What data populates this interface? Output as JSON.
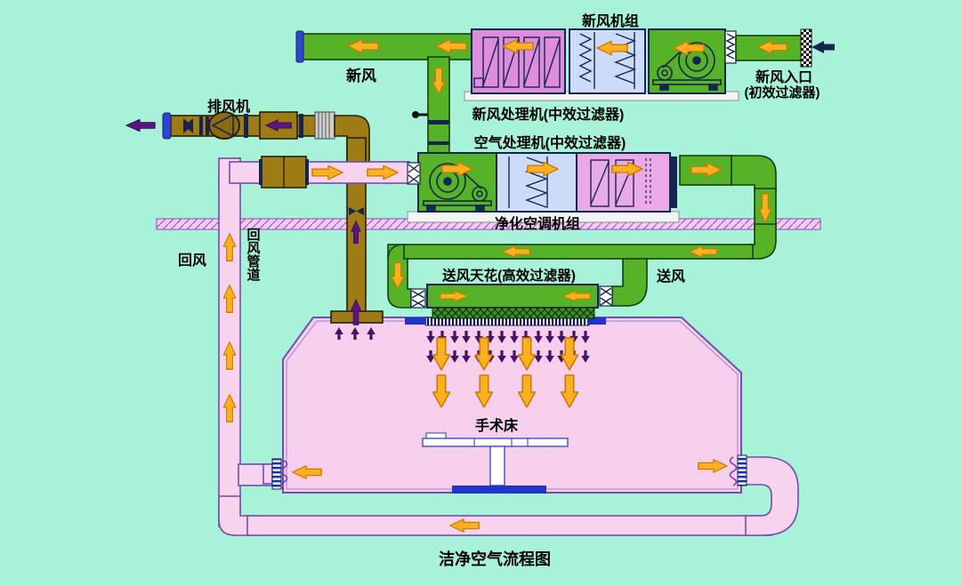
{
  "title": "洁净空气流程图",
  "labels": {
    "fresh_air_unit": "新风机组",
    "fresh_air": "新风",
    "fresh_air_inlet": "新风入口",
    "fresh_air_inlet_sub": "(初效过滤器)",
    "fresh_air_handler": "新风处理机(中效过滤器)",
    "air_handler": "空气处理机(中效过滤器)",
    "purification_ac_unit": "净化空调机组",
    "exhaust_fan": "排风机",
    "return_air": "回风",
    "return_air_duct": "回风管道",
    "supply_ceiling": "送风天花(高效过滤器)",
    "supply_air": "送风",
    "operating_table": "手术床"
  },
  "colors": {
    "background": "#a9f2da",
    "duct_green": "#56b226",
    "duct_brown": "#9d7c15",
    "duct_pink": "#f8d3ee",
    "room_pink": "#f6cfec",
    "box_magenta": "#de8cde",
    "box_light_blue": "#ccdcf8",
    "box_pink": "#eaaae8",
    "arrow_orange": "#ffb020",
    "arrow_purple": "#5a1580",
    "accent_navy": "#15254f",
    "accent_blue": "#2233cc",
    "slab_pink": "#f5cdf2"
  }
}
